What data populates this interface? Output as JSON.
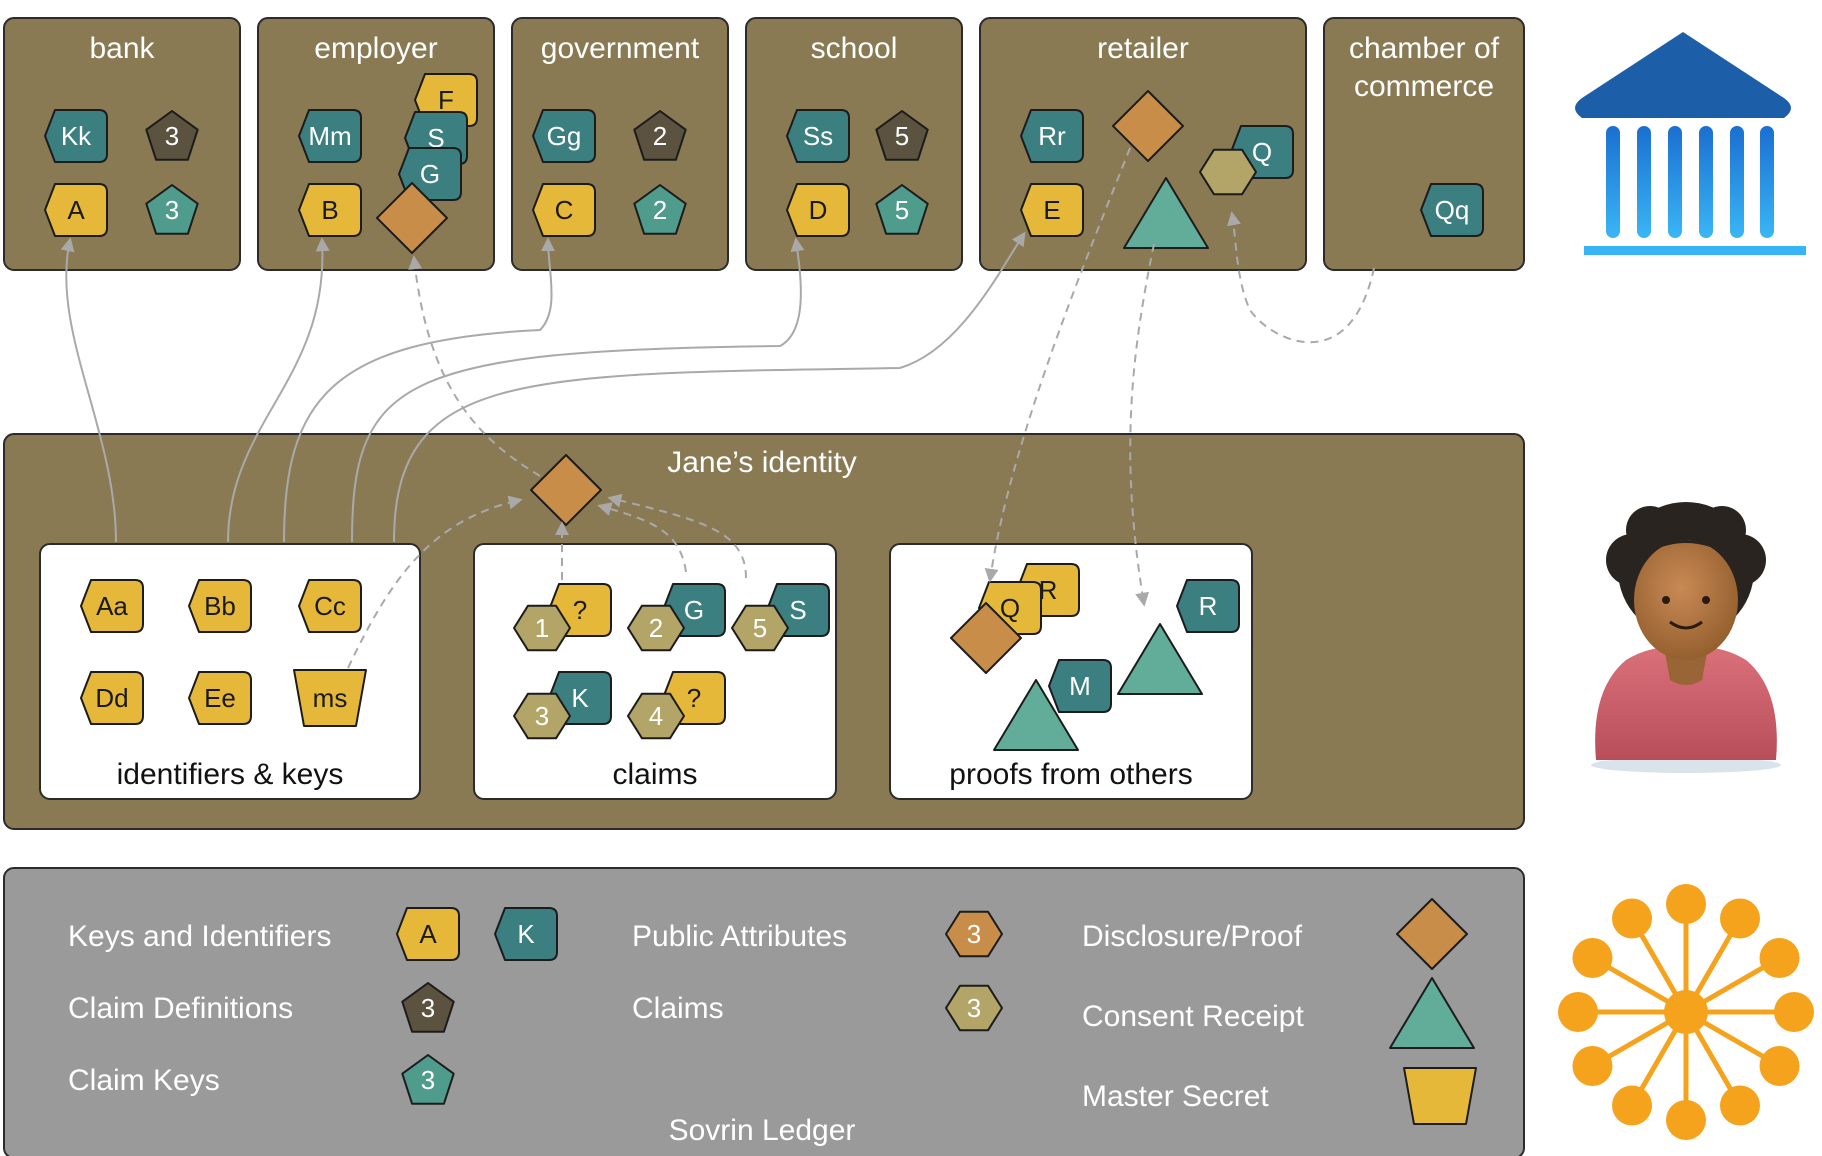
{
  "orgs": [
    {
      "id": "bank",
      "label_lines": [
        "bank"
      ],
      "shapes": [
        {
          "kind": "hex",
          "label": "Kk",
          "color": "teal"
        },
        {
          "kind": "pent",
          "label": "3",
          "color": "dark"
        },
        {
          "kind": "hex",
          "label": "A",
          "color": "yellow"
        },
        {
          "kind": "pent",
          "label": "3",
          "color": "green"
        }
      ]
    },
    {
      "id": "employer",
      "label_lines": [
        "employer"
      ],
      "shapes": [
        {
          "kind": "hex",
          "label": "Mm",
          "color": "teal"
        },
        {
          "kind": "hex",
          "label": "F",
          "color": "yellow"
        },
        {
          "kind": "hex",
          "label": "S",
          "color": "teal"
        },
        {
          "kind": "hex",
          "label": "G",
          "color": "teal"
        },
        {
          "kind": "hex",
          "label": "B",
          "color": "yellow"
        },
        {
          "kind": "diamond",
          "label": "",
          "color": "orange"
        }
      ]
    },
    {
      "id": "government",
      "label_lines": [
        "government"
      ],
      "shapes": [
        {
          "kind": "hex",
          "label": "Gg",
          "color": "teal"
        },
        {
          "kind": "pent",
          "label": "2",
          "color": "dark"
        },
        {
          "kind": "hex",
          "label": "C",
          "color": "yellow"
        },
        {
          "kind": "pent",
          "label": "2",
          "color": "green"
        }
      ]
    },
    {
      "id": "school",
      "label_lines": [
        "school"
      ],
      "shapes": [
        {
          "kind": "hex",
          "label": "Ss",
          "color": "teal"
        },
        {
          "kind": "pent",
          "label": "5",
          "color": "dark"
        },
        {
          "kind": "hex",
          "label": "D",
          "color": "yellow"
        },
        {
          "kind": "pent",
          "label": "5",
          "color": "green"
        }
      ]
    },
    {
      "id": "retailer",
      "label_lines": [
        "retailer"
      ],
      "shapes": [
        {
          "kind": "hex",
          "label": "Rr",
          "color": "teal"
        },
        {
          "kind": "diamond",
          "label": "",
          "color": "orange"
        },
        {
          "kind": "hex",
          "label": "Q",
          "color": "teal"
        },
        {
          "kind": "hexagon",
          "label": "",
          "color": "tan"
        },
        {
          "kind": "hex",
          "label": "E",
          "color": "yellow"
        },
        {
          "kind": "triangle",
          "label": "",
          "color": "seafoam"
        }
      ]
    },
    {
      "id": "chamber",
      "label_lines": [
        "chamber of",
        "commerce"
      ],
      "shapes": [
        {
          "kind": "hex",
          "label": "Qq",
          "color": "teal"
        }
      ]
    }
  ],
  "identity": {
    "title": "Jane’s identity",
    "panels": [
      {
        "id": "keys",
        "caption": "identifiers & keys",
        "items": [
          {
            "kind": "hex",
            "label": "Aa",
            "color": "yellow"
          },
          {
            "kind": "hex",
            "label": "Bb",
            "color": "yellow"
          },
          {
            "kind": "hex",
            "label": "Cc",
            "color": "yellow"
          },
          {
            "kind": "hex",
            "label": "Dd",
            "color": "yellow"
          },
          {
            "kind": "hex",
            "label": "Ee",
            "color": "yellow"
          },
          {
            "kind": "trapezoid",
            "label": "ms",
            "color": "yellow"
          }
        ]
      },
      {
        "id": "claims",
        "caption": "claims",
        "items": [
          {
            "kind": "pair",
            "back": "?",
            "back_color": "yellow",
            "front": "1"
          },
          {
            "kind": "pair",
            "back": "G",
            "back_color": "teal",
            "front": "2"
          },
          {
            "kind": "pair",
            "back": "S",
            "back_color": "teal",
            "front": "5"
          },
          {
            "kind": "pair",
            "back": "K",
            "back_color": "teal",
            "front": "3"
          },
          {
            "kind": "pair",
            "back": "?",
            "back_color": "yellow",
            "front": "4"
          }
        ]
      },
      {
        "id": "proofs",
        "caption": "proofs from others",
        "items": [
          {
            "kind": "hex",
            "label": "R",
            "color": "yellow"
          },
          {
            "kind": "hex",
            "label": "Q",
            "color": "yellow"
          },
          {
            "kind": "diamond",
            "label": "",
            "color": "orange"
          },
          {
            "kind": "hex",
            "label": "R",
            "color": "teal"
          },
          {
            "kind": "triangle",
            "label": "",
            "color": "seafoam"
          },
          {
            "kind": "hex",
            "label": "M",
            "color": "teal"
          },
          {
            "kind": "triangle",
            "label": "",
            "color": "seafoam"
          }
        ]
      }
    ]
  },
  "legend": {
    "title": "Sovrin Ledger",
    "entries": [
      {
        "label": "Keys and Identifiers",
        "sample_labels": [
          "A",
          "K"
        ]
      },
      {
        "label": "Claim Definitions",
        "sample_labels": [
          "3"
        ]
      },
      {
        "label": "Claim Keys",
        "sample_labels": [
          "3"
        ]
      },
      {
        "label": "Public Attributes",
        "sample_labels": [
          "3"
        ]
      },
      {
        "label": "Claims",
        "sample_labels": [
          "3"
        ]
      },
      {
        "label": "Disclosure/Proof",
        "sample_labels": []
      },
      {
        "label": "Consent Receipt",
        "sample_labels": []
      },
      {
        "label": "Master Secret",
        "sample_labels": []
      }
    ]
  },
  "side_icons": [
    "institution-icon",
    "person-icon",
    "network-icon"
  ],
  "colors": {
    "box_fill": "#8a7a54",
    "panel_fill": "#ffffff",
    "ledger_fill": "#9a9a9a",
    "yellow": "#e6b83a",
    "teal": "#3c7f80",
    "dark": "#5b5240",
    "green": "#4f9b8c",
    "orange": "#c98d4a",
    "tan": "#b3a468",
    "seafoam": "#62ad9a",
    "connector": "#a9a9a9"
  }
}
